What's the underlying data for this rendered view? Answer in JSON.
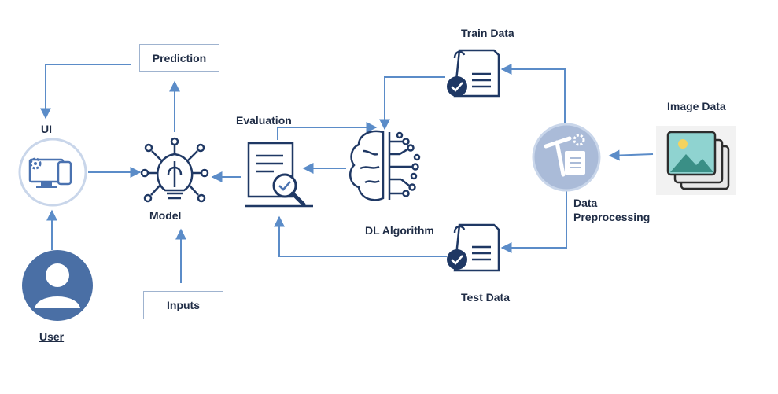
{
  "labels": {
    "train_data": "Train Data",
    "prediction": "Prediction",
    "image_data": "Image Data",
    "ui": "UI",
    "evaluation": "Evaluation",
    "model": "Model",
    "data_preprocessing_line1": "Data",
    "data_preprocessing_line2": "Preprocessing",
    "dl_algorithm": "DL Algorithm",
    "inputs": "Inputs",
    "test_data": "Test Data",
    "user": "User"
  },
  "colors": {
    "arrow": "#5b8cc8",
    "icon_dark": "#1f3864",
    "icon_mid": "#4a72b0",
    "user_circle": "#4a6fa5",
    "preprocess_circle": "#aabbd8",
    "ui_circle": "#c9d6ea",
    "box_border": "#9fb3cf",
    "text": "#1f2c45"
  },
  "icons": {
    "ui": "devices-icon",
    "user": "user-avatar-icon",
    "model": "ai-brain-bulb-icon",
    "evaluation": "document-review-icon",
    "dl_algorithm": "neural-brain-icon",
    "train_data": "checked-document-icon",
    "test_data": "checked-document-icon",
    "preprocessing": "tools-document-icon",
    "image_data": "image-stack-icon"
  }
}
